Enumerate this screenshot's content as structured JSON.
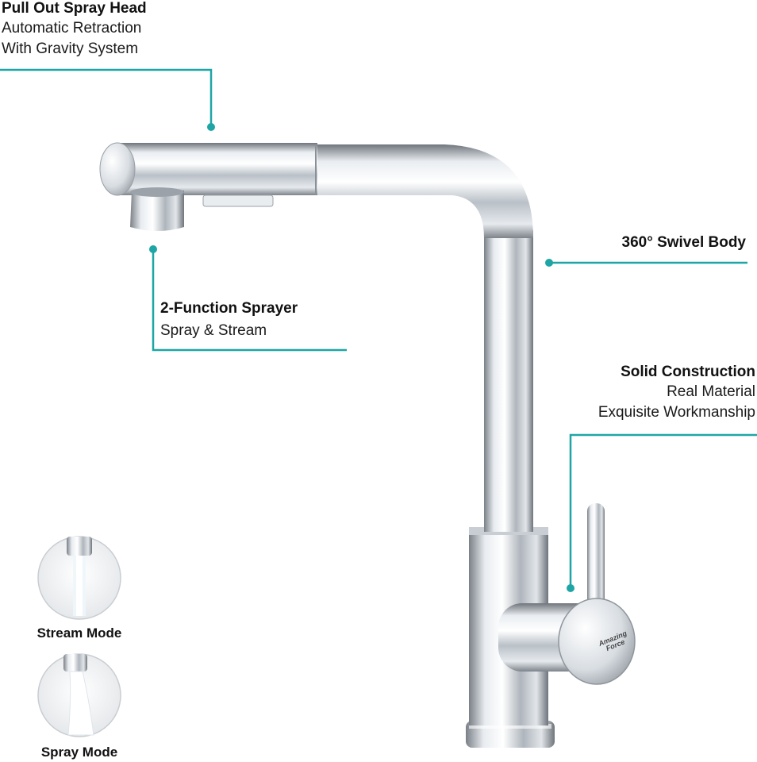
{
  "colors": {
    "accent": "#1fa5a5",
    "chrome_dark": "#8a8f96",
    "chrome_light": "#f4f6f8"
  },
  "callouts": {
    "pull_out": {
      "title": "Pull Out Spray Head",
      "lines": [
        "Automatic Retraction",
        "With Gravity System"
      ]
    },
    "sprayer": {
      "title": "2-Function Sprayer",
      "lines": [
        "Spray & Stream"
      ]
    },
    "swivel": {
      "title": "360° Swivel Body"
    },
    "construction": {
      "title": "Solid Construction",
      "lines": [
        "Real Material",
        "Exquisite Workmanship"
      ]
    }
  },
  "modes": [
    {
      "label": "Stream Mode"
    },
    {
      "label": "Spray Mode"
    }
  ],
  "logo_text": "Amazing Force"
}
